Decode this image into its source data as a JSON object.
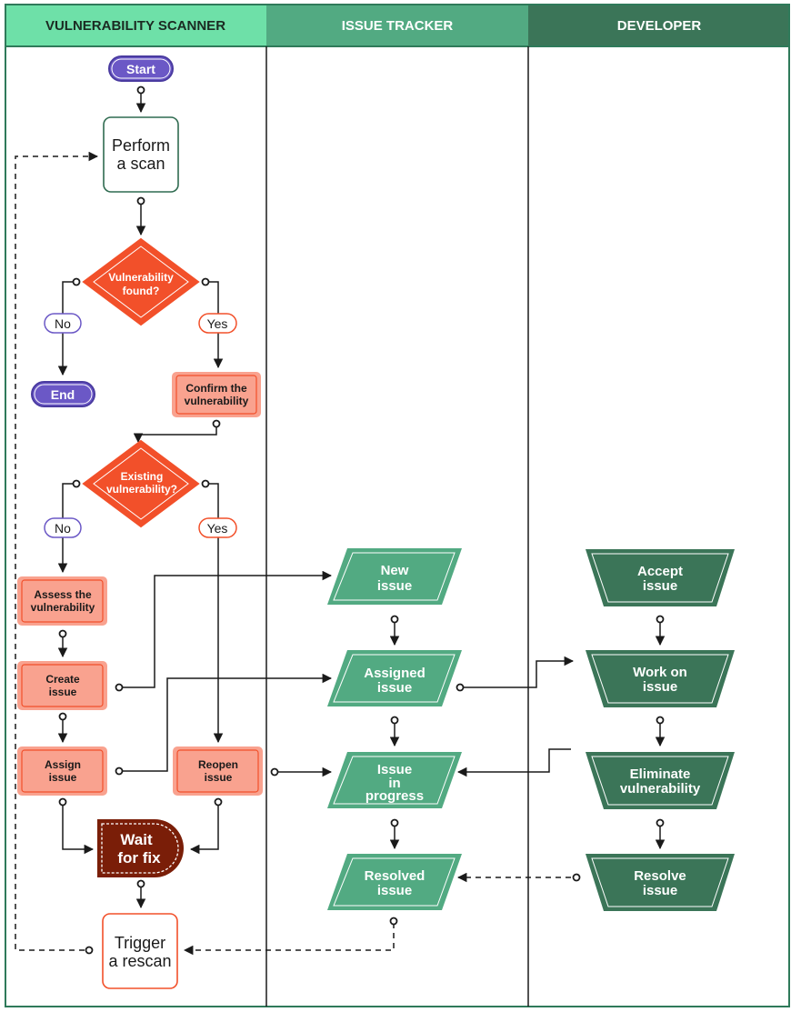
{
  "lanes": {
    "scanner": "VULNERABILITY SCANNER",
    "tracker": "ISSUE TRACKER",
    "developer": "DEVELOPER"
  },
  "scanner": {
    "start": "Start",
    "scan_1": "Perform",
    "scan_2": "a scan",
    "decision1_1": "Vulnerability",
    "decision1_2": "found?",
    "no1": "No",
    "yes1": "Yes",
    "end": "End",
    "confirm_1": "Confirm the",
    "confirm_2": "vulnerability",
    "decision2_1": "Existing",
    "decision2_2": "vulnerability?",
    "no2": "No",
    "yes2": "Yes",
    "assess_1": "Assess the",
    "assess_2": "vulnerability",
    "create_1": "Create",
    "create_2": "issue",
    "assign_1": "Assign",
    "assign_2": "issue",
    "reopen_1": "Reopen",
    "reopen_2": "issue",
    "wait_1": "Wait",
    "wait_2": "for fix",
    "rescan_1": "Trigger",
    "rescan_2": "a rescan"
  },
  "tracker": {
    "new_1": "New",
    "new_2": "issue",
    "assigned_1": "Assigned",
    "assigned_2": "issue",
    "progress_1": "Issue",
    "progress_2": "in",
    "progress_3": "progress",
    "resolved_1": "Resolved",
    "resolved_2": "issue"
  },
  "developer": {
    "accept_1": "Accept",
    "accept_2": "issue",
    "work_1": "Work on",
    "work_2": "issue",
    "eliminate_1": "Eliminate",
    "eliminate_2": "vulnerability",
    "resolve_1": "Resolve",
    "resolve_2": "issue"
  },
  "colors": {
    "lane1_header": "#6ee0a8",
    "lane2_header": "#52aa82",
    "lane3_header": "#3b7558",
    "border": "#2f7a5a",
    "purple": "#6b58c6",
    "orange": "#f2502a",
    "salmon": "#f9a28f",
    "brown": "#7a1e08",
    "green_shape": "#52aa82",
    "dark_green_shape": "#3b7558"
  }
}
